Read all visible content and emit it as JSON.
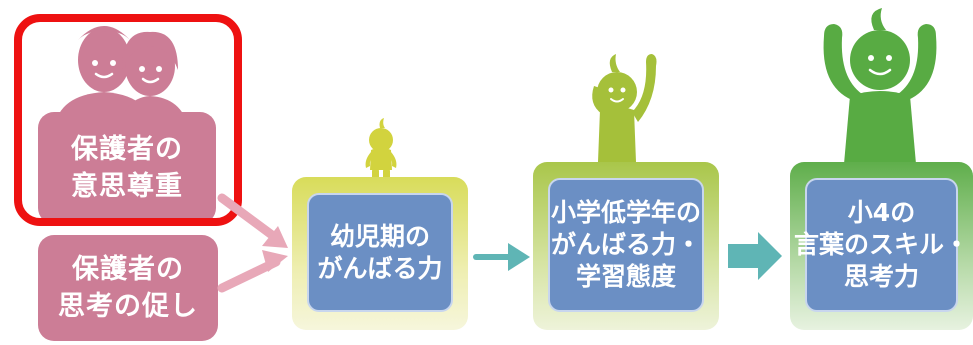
{
  "parents": {
    "respect_label": [
      "保護者の",
      "意思尊重"
    ],
    "encourage_label": [
      "保護者の",
      "思考の促し"
    ]
  },
  "stages": [
    {
      "lines": [
        "幼児期の",
        "がんばる力"
      ]
    },
    {
      "lines": [
        "小学低学年の",
        "がんばる力・",
        "学習態度"
      ]
    },
    {
      "lines": [
        "小4の",
        "言葉のスキル・",
        "思考力"
      ]
    }
  ],
  "colors": {
    "parent_pink": "#cc7d96",
    "highlight_red": "#ee1111",
    "stage_blue": "#6b8fc4",
    "arrow_pink": "#e8a8b8",
    "arrow_teal": "#5fb5b5",
    "stage1_yellow": "#d8dc5a",
    "stage2_lime": "#a9c64a",
    "stage3_green": "#5fae4b"
  },
  "icons": [
    "parents-silhouette",
    "small-child-figure",
    "waving-child-figure",
    "cheering-child-figure"
  ]
}
